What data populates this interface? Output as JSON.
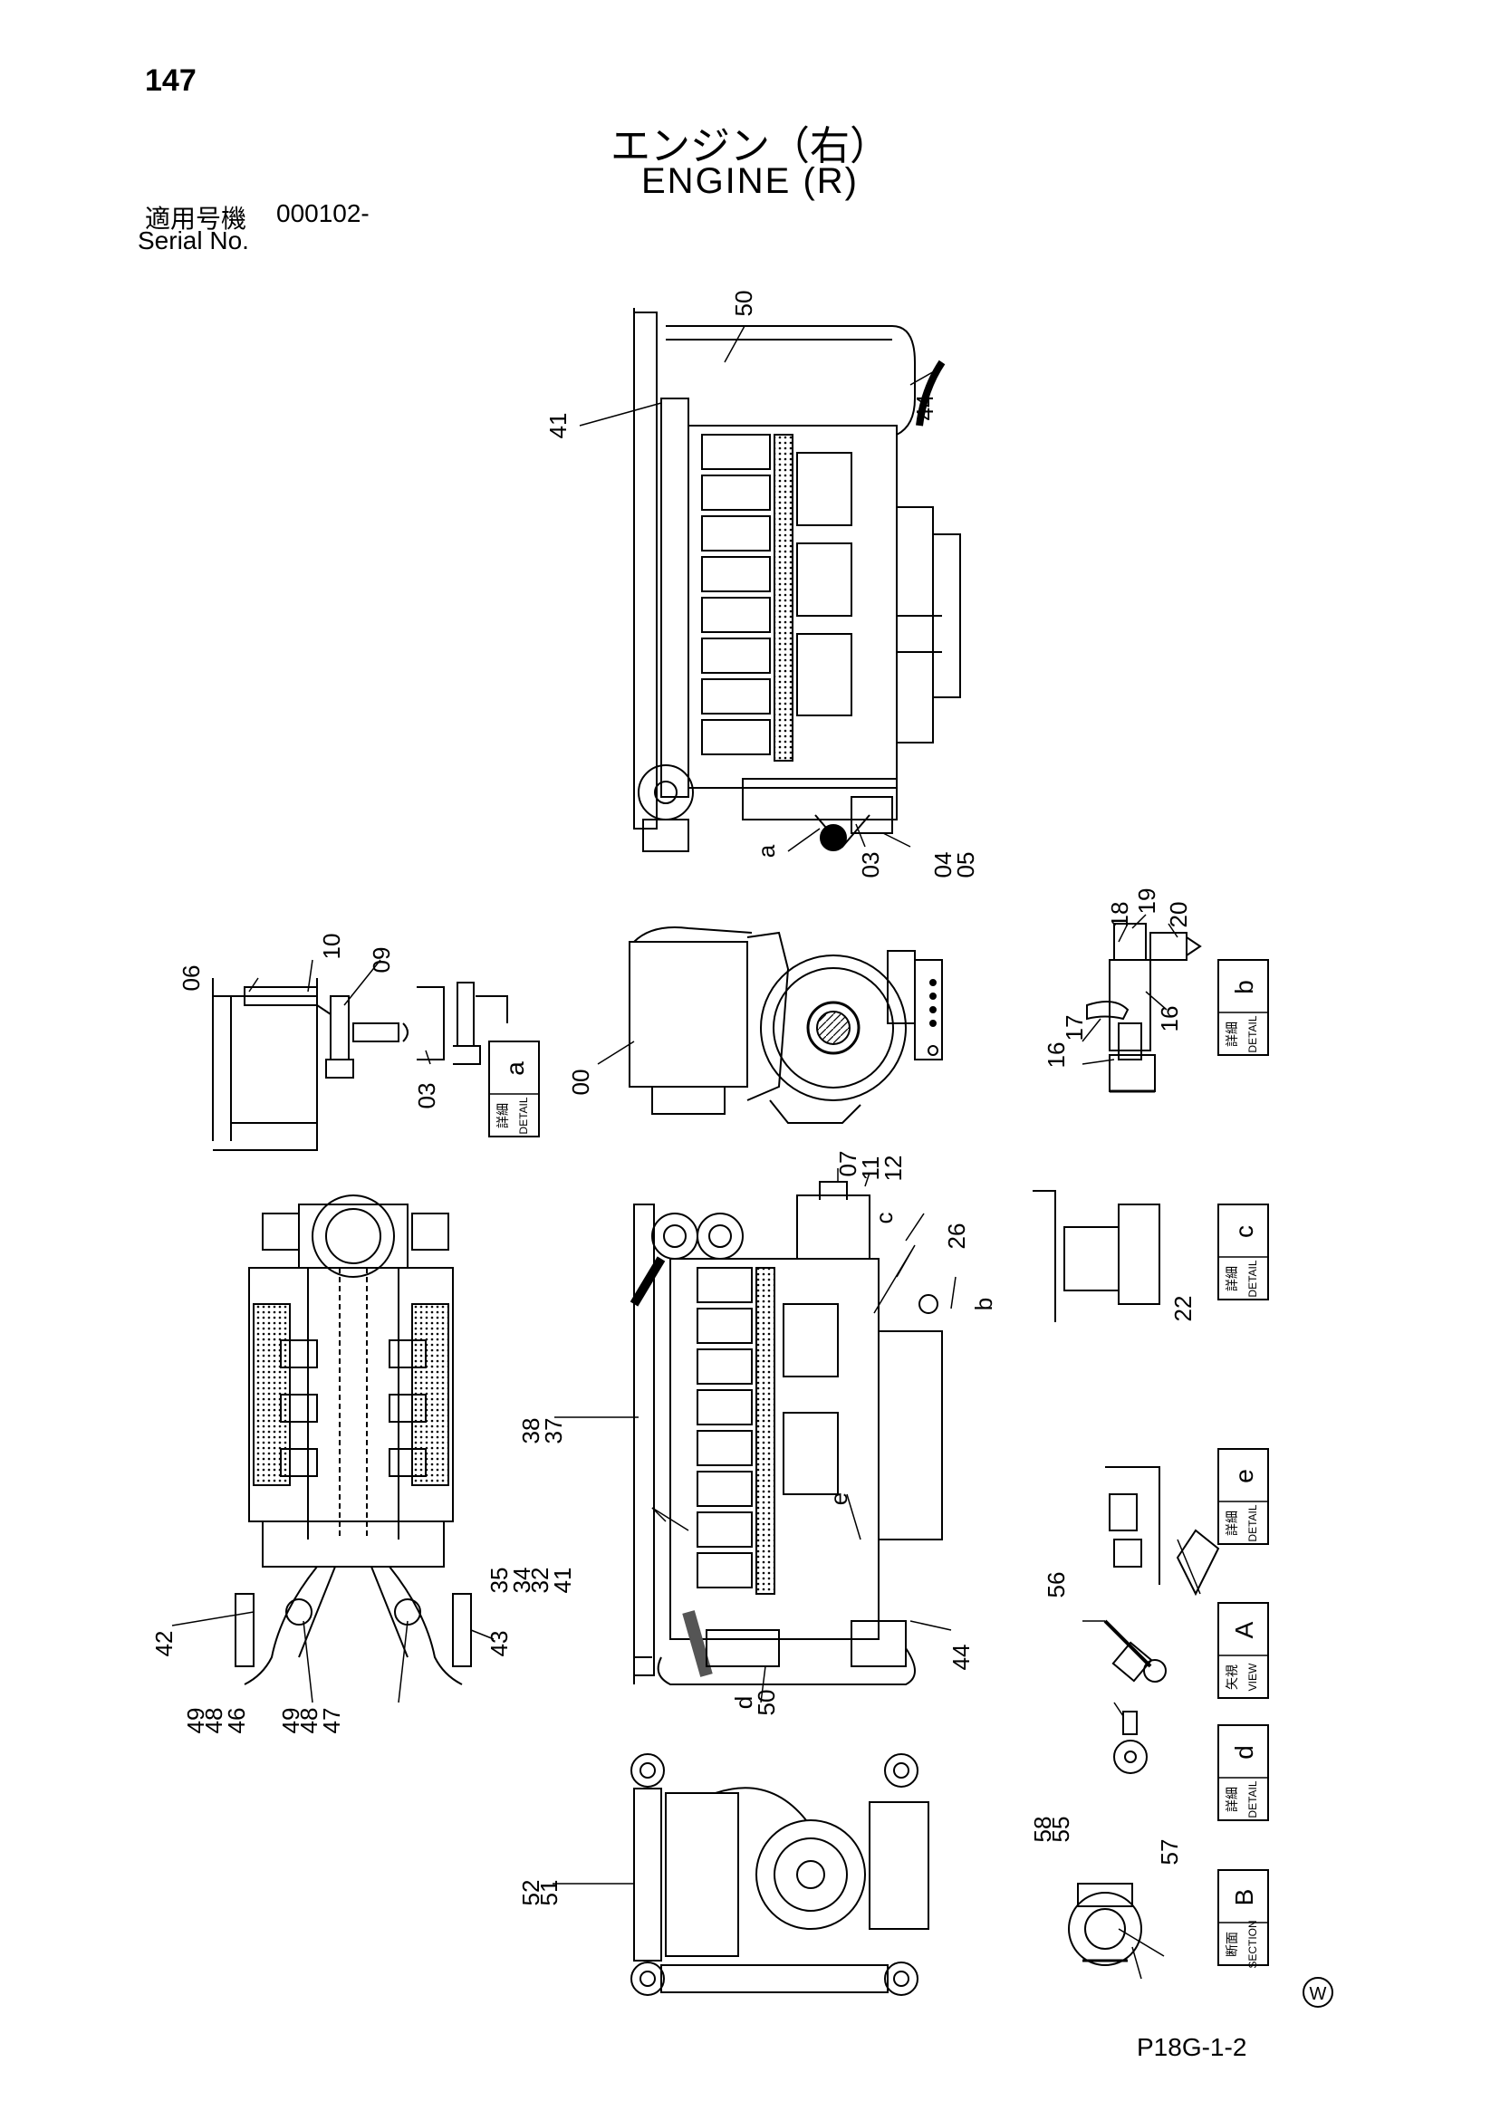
{
  "header": {
    "page_number": "147",
    "title_jp": "エンジン（右）",
    "title_en": "ENGINE (R)",
    "serial_label_jp": "適用号機",
    "serial_value": "000102-",
    "serial_label_en": "Serial No."
  },
  "footer": {
    "page_ref": "P18G-1-2",
    "mark": "W"
  },
  "callouts": [
    "50",
    "41",
    "44",
    "a",
    "03",
    "04",
    "05",
    "06",
    "10",
    "09",
    "03",
    "00",
    "19",
    "18",
    "20",
    "17",
    "16",
    "16",
    "07",
    "11",
    "12",
    "c",
    "26",
    "b",
    "38",
    "37",
    "35",
    "34",
    "32",
    "41",
    "e",
    "44",
    "d",
    "50",
    "42",
    "43",
    "49",
    "48",
    "46",
    "49",
    "48",
    "47",
    "22",
    "56",
    "58",
    "55",
    "52",
    "51",
    "57"
  ],
  "detail_boxes": [
    {
      "jp": "詳細",
      "en": "DETAIL",
      "ch": "a"
    },
    {
      "jp": "詳細",
      "en": "DETAIL",
      "ch": "b"
    },
    {
      "jp": "詳細",
      "en": "DETAIL",
      "ch": "c"
    },
    {
      "jp": "詳細",
      "en": "DETAIL",
      "ch": "e"
    },
    {
      "jp": "矢視",
      "en": "VIEW",
      "ch": "A"
    },
    {
      "jp": "詳細",
      "en": "DETAIL",
      "ch": "d"
    },
    {
      "jp": "断面",
      "en": "SECTION",
      "ch": "B"
    }
  ]
}
